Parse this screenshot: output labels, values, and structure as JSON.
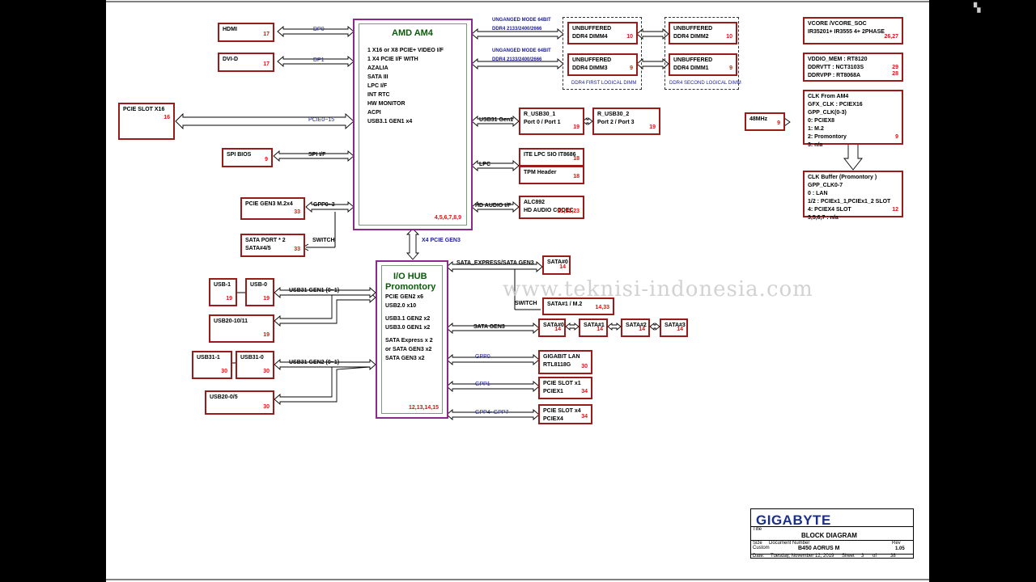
{
  "watermark": "www.teknisi-indonesia.com",
  "cpu": {
    "title": "AMD AM4",
    "features": [
      "1 X16 or X8 PCIE+ VIDEO I/F",
      "1 X4 PCIE I/F WITH",
      "AZALIA",
      "SATA III",
      "LPC I/F",
      "INT RTC",
      "HW MONITOR",
      "ACPI",
      "USB3.1 GEN1   x4"
    ],
    "pages": "4,5,6,7,8,9"
  },
  "iohub": {
    "title": "I/O HUB",
    "subtitle": "Promontory",
    "features": [
      "PCIE GEN2  x6",
      "USB2.0  x10",
      "",
      "USB3.1 GEN2 x2",
      "USB3.0 GEN1 x2",
      "",
      "SATA Express  x 2",
      "or SATA GEN3 x2",
      "SATA GEN3 x2"
    ],
    "pages": "12,13,14,15"
  },
  "boxes": {
    "hdmi": {
      "label": "HDMI",
      "page": "17"
    },
    "dvid": {
      "label": "DVI-D",
      "page": "17"
    },
    "pcie16": {
      "label": "PCIE SLOT X16",
      "page": "16"
    },
    "spibios": {
      "label": "SPI BIOS",
      "page": "9"
    },
    "m2": {
      "label": "PCIE GEN3  M.2x4",
      "page": "33"
    },
    "sataport": {
      "label1": "SATA PORT * 2",
      "label2": "SATA#4/5",
      "page": "33"
    },
    "dimm4": {
      "label1": "UNBUFFERED",
      "label2": "DDR4 DIMM4",
      "page": "10"
    },
    "dimm2": {
      "label1": "UNBUFFERED",
      "label2": "DDR4 DIMM2",
      "page": "10"
    },
    "dimm3": {
      "label1": "UNBUFFERED",
      "label2": "DDR4 DIMM3",
      "page": "9"
    },
    "dimm1": {
      "label1": "UNBUFFERED",
      "label2": "DDR4 DIMM1",
      "page": "9"
    },
    "rusb1": {
      "label1": "R_USB30_1",
      "label2": "Port 0 / Port 1",
      "page": "19"
    },
    "rusb2": {
      "label1": "R_USB30_2",
      "label2": "Port 2 / Port 3",
      "page": "19"
    },
    "ite": {
      "label": "ITE LPC SIO IT8686",
      "page": "18"
    },
    "tpm": {
      "label": "TPM Header",
      "page": "18"
    },
    "alc": {
      "label1": "ALC892",
      "label2": "HD AUDIO CODEC",
      "page": "21,22,23"
    },
    "vcore": {
      "label1": "VCORE /VCORE_SOC",
      "label2": "IR35201+ IR3555  4+ 2PHASE",
      "page": "26,27"
    },
    "vddio": {
      "l1": "VDDIO_MEM : RT8120",
      "l2": "DDRVTT : NCT3103S",
      "l3": "DDRVPP : RT8068A",
      "p1": "29",
      "p2": "28"
    },
    "clk": {
      "l1": "CLK From AM4",
      "l2": "GFX_CLK :  PCIEX16",
      "l3": "GPP_CLK(0-3)",
      "l4": "0:  PCIEX8",
      "l5": "1:  M.2",
      "l6": "2:  Promontory",
      "l7": "3:  n/a",
      "page": "9"
    },
    "mhz": {
      "label": "48MHz",
      "page": "9"
    },
    "clkbuf": {
      "l1": "CLK Buffer (Promontory )",
      "l2": "GPP_CLK0-7",
      "l3": "0 : LAN",
      "l4": "1/2 : PCIEx1_1,PCIEx1_2  SLOT",
      "l5": "4:  PCIEX4 SLOT",
      "l6": "3,5,6,7 : n/a",
      "page": "12"
    },
    "usb1": {
      "label": "USB-1",
      "page": "19"
    },
    "usb0": {
      "label": "USB-0",
      "page": "19"
    },
    "usb2011": {
      "label": "USB20-10/11",
      "page": "19"
    },
    "usb311": {
      "label": "USB31-1",
      "page": "30"
    },
    "usb310": {
      "label": "USB31-0",
      "page": "30"
    },
    "usb205": {
      "label": "USB20-0/5",
      "page": "30"
    },
    "sata0a": {
      "label": "SATA#0",
      "page": "14"
    },
    "sata1m2": {
      "label": "SATA#1  /  M.2",
      "page": "14,33"
    },
    "sata0b": {
      "label": "SATA#0",
      "page": "14"
    },
    "sata1b": {
      "label": "SATA#1",
      "page": "14"
    },
    "sata2b": {
      "label": "SATA#2",
      "page": "14"
    },
    "sata3b": {
      "label": "SATA#3",
      "page": "14"
    },
    "lan": {
      "label1": "GIGABIT LAN",
      "label2": "RTL8118G",
      "page": "30"
    },
    "pciex1": {
      "label1": "PCIE SLOT x1",
      "label2": "PCIEX1",
      "page": "34"
    },
    "pciex4": {
      "label1": "PCIE SLOT x4",
      "label2": "PCIEX4",
      "page": "34"
    }
  },
  "signals": {
    "dp0": "DP0",
    "dp1": "DP1",
    "pcie015": "PCIE0~15",
    "spi": "SPI I/F",
    "gpp03": "GPP0~3",
    "switch1": "SWITCH",
    "unganged1": "UNGANGED MODE 64BIT",
    "ddr1": "DDR4 2133/2400/2666",
    "unganged2": "UNGANGED MODE 64BIT",
    "ddr2": "DDR4 2133/2400/2666",
    "dimmfirst": "DDR4 FIRST LOGICAL DIMM",
    "dimmsecond": "DDR4 SECOND LOGICAL DIMM",
    "usb31gen1": "USB31 Gen1",
    "lpc": "LPC",
    "hdi": "HD AUDIO I/F",
    "x4pcie": "X4 PCIE GEN3",
    "sataexp": "SATA_EXPRESS/SATA GEN3",
    "switch2": "SWITCH",
    "sata_gen3": "SATA GEN3",
    "gpp0": "GPP0",
    "gpp1": "GPP1",
    "gpp47": "GPP4~GPP7",
    "usb31gen1b": "USB31 GEN1 (0~1)",
    "usb31gen2": "USB31 GEN2 (0~1)"
  },
  "titleblock": {
    "logo": "GIGABYTE",
    "title": "BLOCK DIAGRAM",
    "size_label": "Size",
    "size": "Custom",
    "doc_label": "Document Number",
    "doc": "B450 AORUS M",
    "rev_label": "Rev",
    "rev": "1.05",
    "date_label": "Date:",
    "date": "Tuesday, November 12, 2019",
    "sheet_label": "Sheet",
    "sheet": "3",
    "of": "of",
    "total": "38",
    "title_label": "Title"
  }
}
